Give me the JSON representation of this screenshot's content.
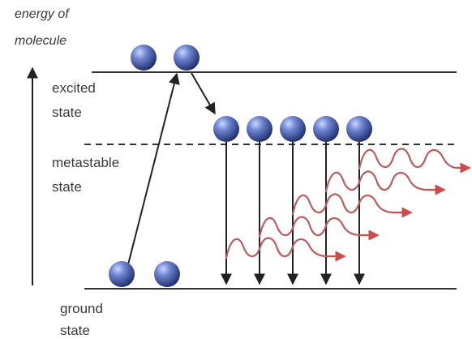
{
  "axis": {
    "label_line1": "energy of",
    "label_line2": "molecule"
  },
  "levels": {
    "excited": {
      "line1": "excited",
      "line2": "state"
    },
    "metastable": {
      "line1": "metastable",
      "line2": "state"
    },
    "ground": {
      "line1": "ground",
      "line2": "state"
    }
  },
  "counts": {
    "excited_molecules": 2,
    "metastable_molecules": 5,
    "ground_molecules": 2,
    "emitted_photons": 5
  },
  "colors": {
    "level_line": "#333333",
    "arrow": "#222222",
    "molecule_dark": "#1f2f6e",
    "molecule_light": "#7d93d8",
    "photon_wave": "#b85f5f",
    "photon_arrow": "#d04a4a"
  }
}
